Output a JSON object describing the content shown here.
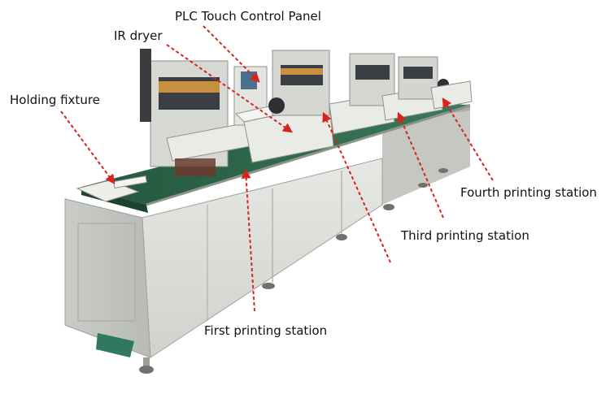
{
  "callouts": {
    "plc_panel": "PLC Touch Control Panel",
    "ir_dryer": "IR dryer",
    "holding_fixture": "Holding fixture",
    "fourth_station": "Fourth printing station",
    "third_station": "Third printing station",
    "first_station": "First printing station"
  },
  "colors": {
    "arrow": "#d8241f",
    "frame": "#d9dcd7",
    "conveyor": "#2f6b4e"
  }
}
